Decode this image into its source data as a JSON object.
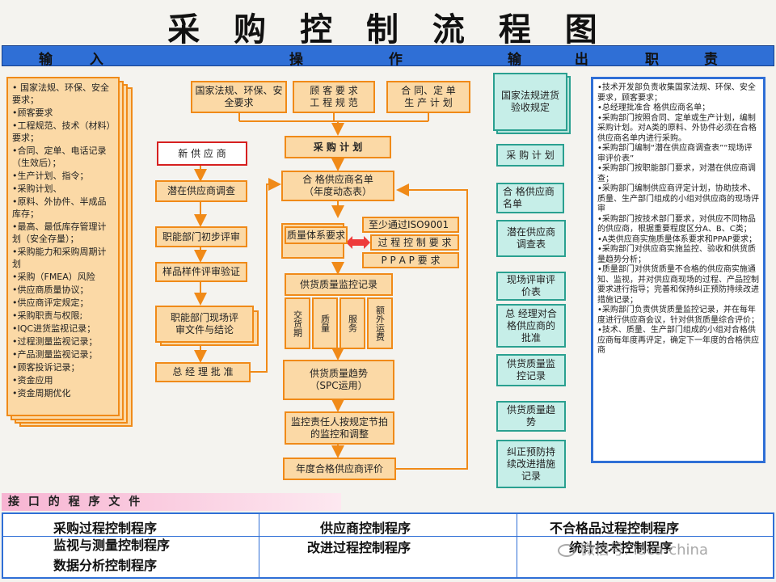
{
  "title": "采 购 控 制 流 程 图",
  "header": {
    "input": "输 入",
    "operation": "操 作",
    "output": "输 出",
    "duty": "职 责"
  },
  "inputs": [
    "• 国家法规、环保、安全要求；",
    "•顾客要求",
    "•工程规范、技术（材料）要求；",
    "•合同、定单、电话记录（生效后）；",
    "•生产计划、指令；",
    "•采购计划、",
    "•原料、外协件、半成品库存；",
    "•最高、最低库存管理计划（安全存量）；",
    "•采购能力和采购周期计划",
    "•采购（FMEA）风险",
    "•供应商质量协议；",
    "•供应商评定规定；",
    "•采购职责与权限;",
    "•IQC进货监视记录；",
    "•过程测量监视记录；",
    "•产品测量监视记录；",
    "•顾客投诉记录；",
    "•资金应用",
    "•资金周期优化"
  ],
  "flow": {
    "top1": "国家法规、环保、安全要求",
    "top2": "顾 客 要 求\n工 程 规 范",
    "top3": "合 同、定 单\n生 产 计 划",
    "new_supplier": "新 供 应 商",
    "purchase_plan": "采 购 计 划",
    "potential_survey": "潜在供应商调查",
    "qualified_list": "合 格供应商名单\n（年度动态表）",
    "initial_review": "职能部门初步评审",
    "iso9001": "至少通过ISO9001",
    "qs_req": "质量体系要求",
    "process_ctrl": "过 程 控 制 要 求",
    "ppap": "P P A P 要 求",
    "sample_verify": "样品样件评审验证",
    "quality_record": "供货质量监控记录",
    "onsite_review": "职能部门现场评\n审文件与结论",
    "col_delivery": "交货期",
    "col_quality": "质量",
    "col_service": "服务",
    "col_freight": "额外运费",
    "gm_approval": "总 经 理 批 准",
    "quality_trend": "供货质量趋势\n（SPC运用）",
    "monitor_adjust": "监控责任人按规定节拍\n的监控和调整",
    "annual_eval": "年度合格供应商评价"
  },
  "outputs": [
    "国家法规进货验收规定",
    "采 购 计 划",
    "合 格供应商名单",
    "潜在供应商调查表",
    "现场评审评价表",
    "总 经理对合格供应商的批准",
    "供货质量监控记录",
    "供货质量趋势",
    "纠正预防持续改进措施记录"
  ],
  "duties": [
    "•技术开发部负责收集国家法规、环保、安全要求，顾客要求；",
    "•总经理批准合 格供应商名单；",
    "•采购部门按照合同、定单或生产计划，编制采购计划。对A类的原料、外协件必须在合格供应商名单内进行采购。",
    "•采购部门编制“潜在供应商调查表”“现场评审评价表”",
    "•采购部门按职能部门要求，对潜在供应商调查；",
    "•采购部门编制供应商评定计划，协助技术、质量、生产部门组成的小组对供应商的现场评审",
    "•采购部门按技术部门要求，对供应不同物品的供应商，根据重要程度区分A、B、C类；",
    "•A类供应商实施质量体系要求和PPAP要求；",
    "•采购部门对供应商实施监控、验收和供货质量趋势分析；",
    "•质量部门对供货质量不合格的供应商实施通知、监视，并对供应商现场的过程、产品控制要求进行指导；完善和保持纠正预防持续改进措施记录；",
    "•采购部门负责供货质量监控记录，并在每年度进行供应商会议，针对供货质量综合评价；",
    "•技术、质量、生产部门组成的小组对合格供应商每年度再评定，确定下一年度的合格供应商"
  ],
  "interface": {
    "header": "接 口 的 程 序 文 件",
    "procedures": [
      "采购过程控制程序",
      "供应商控制程序",
      "不合格品过程控制程序",
      "监视与测量控制程序",
      "改进过程控制程序",
      "统计技术控制程序",
      "数据分析控制程序"
    ]
  },
  "watermark": "微信号: iaca-china",
  "colors": {
    "header_bar": "#2f6fd6",
    "flow_fill": "#fbd9a6",
    "flow_border": "#f08a18",
    "output_fill": "#c6eee8",
    "output_border": "#2aa090",
    "new_supplier_border": "#d62020"
  }
}
